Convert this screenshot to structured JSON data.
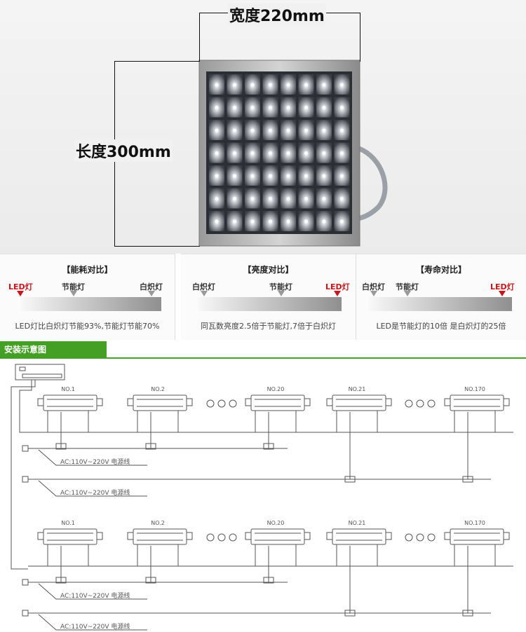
{
  "dimensions": {
    "width_label": "宽度220mm",
    "length_label": "长度300mm"
  },
  "comparisons": [
    {
      "title": "【能耗对比】",
      "labels": [
        "LED灯",
        "节能灯",
        "白炽灯"
      ],
      "note": "LED灯比白炽灯节能93%,节能灯节能70%"
    },
    {
      "title": "【亮度对比】",
      "labels": [
        "白炽灯",
        "节能灯",
        "LED灯"
      ],
      "note": "同瓦数亮度2.5倍于节能灯,7倍于白炽灯"
    },
    {
      "title": "【寿命对比】",
      "labels": [
        "白炽灯",
        "节能灯",
        "LED灯"
      ],
      "note": "LED是节能灯的10倍 是白炽灯的25倍"
    }
  ],
  "install": {
    "header": "安装示意图",
    "rows": [
      {
        "lamps": [
          "NO.1",
          "NO.2",
          "NO.20",
          "NO.21",
          "NO.170"
        ],
        "power": [
          "AC:110V~220V 电源线",
          "AC:110V~220V 电源线"
        ]
      },
      {
        "lamps": [
          "NO.1",
          "NO.2",
          "NO.20",
          "NO.21",
          "NO.170"
        ],
        "power": [
          "AC:110V~220V 电源线",
          "AC:110V~220V 电源线"
        ]
      }
    ]
  },
  "colors": {
    "accent_green": "#44a025",
    "led_red": "#c8161d"
  }
}
